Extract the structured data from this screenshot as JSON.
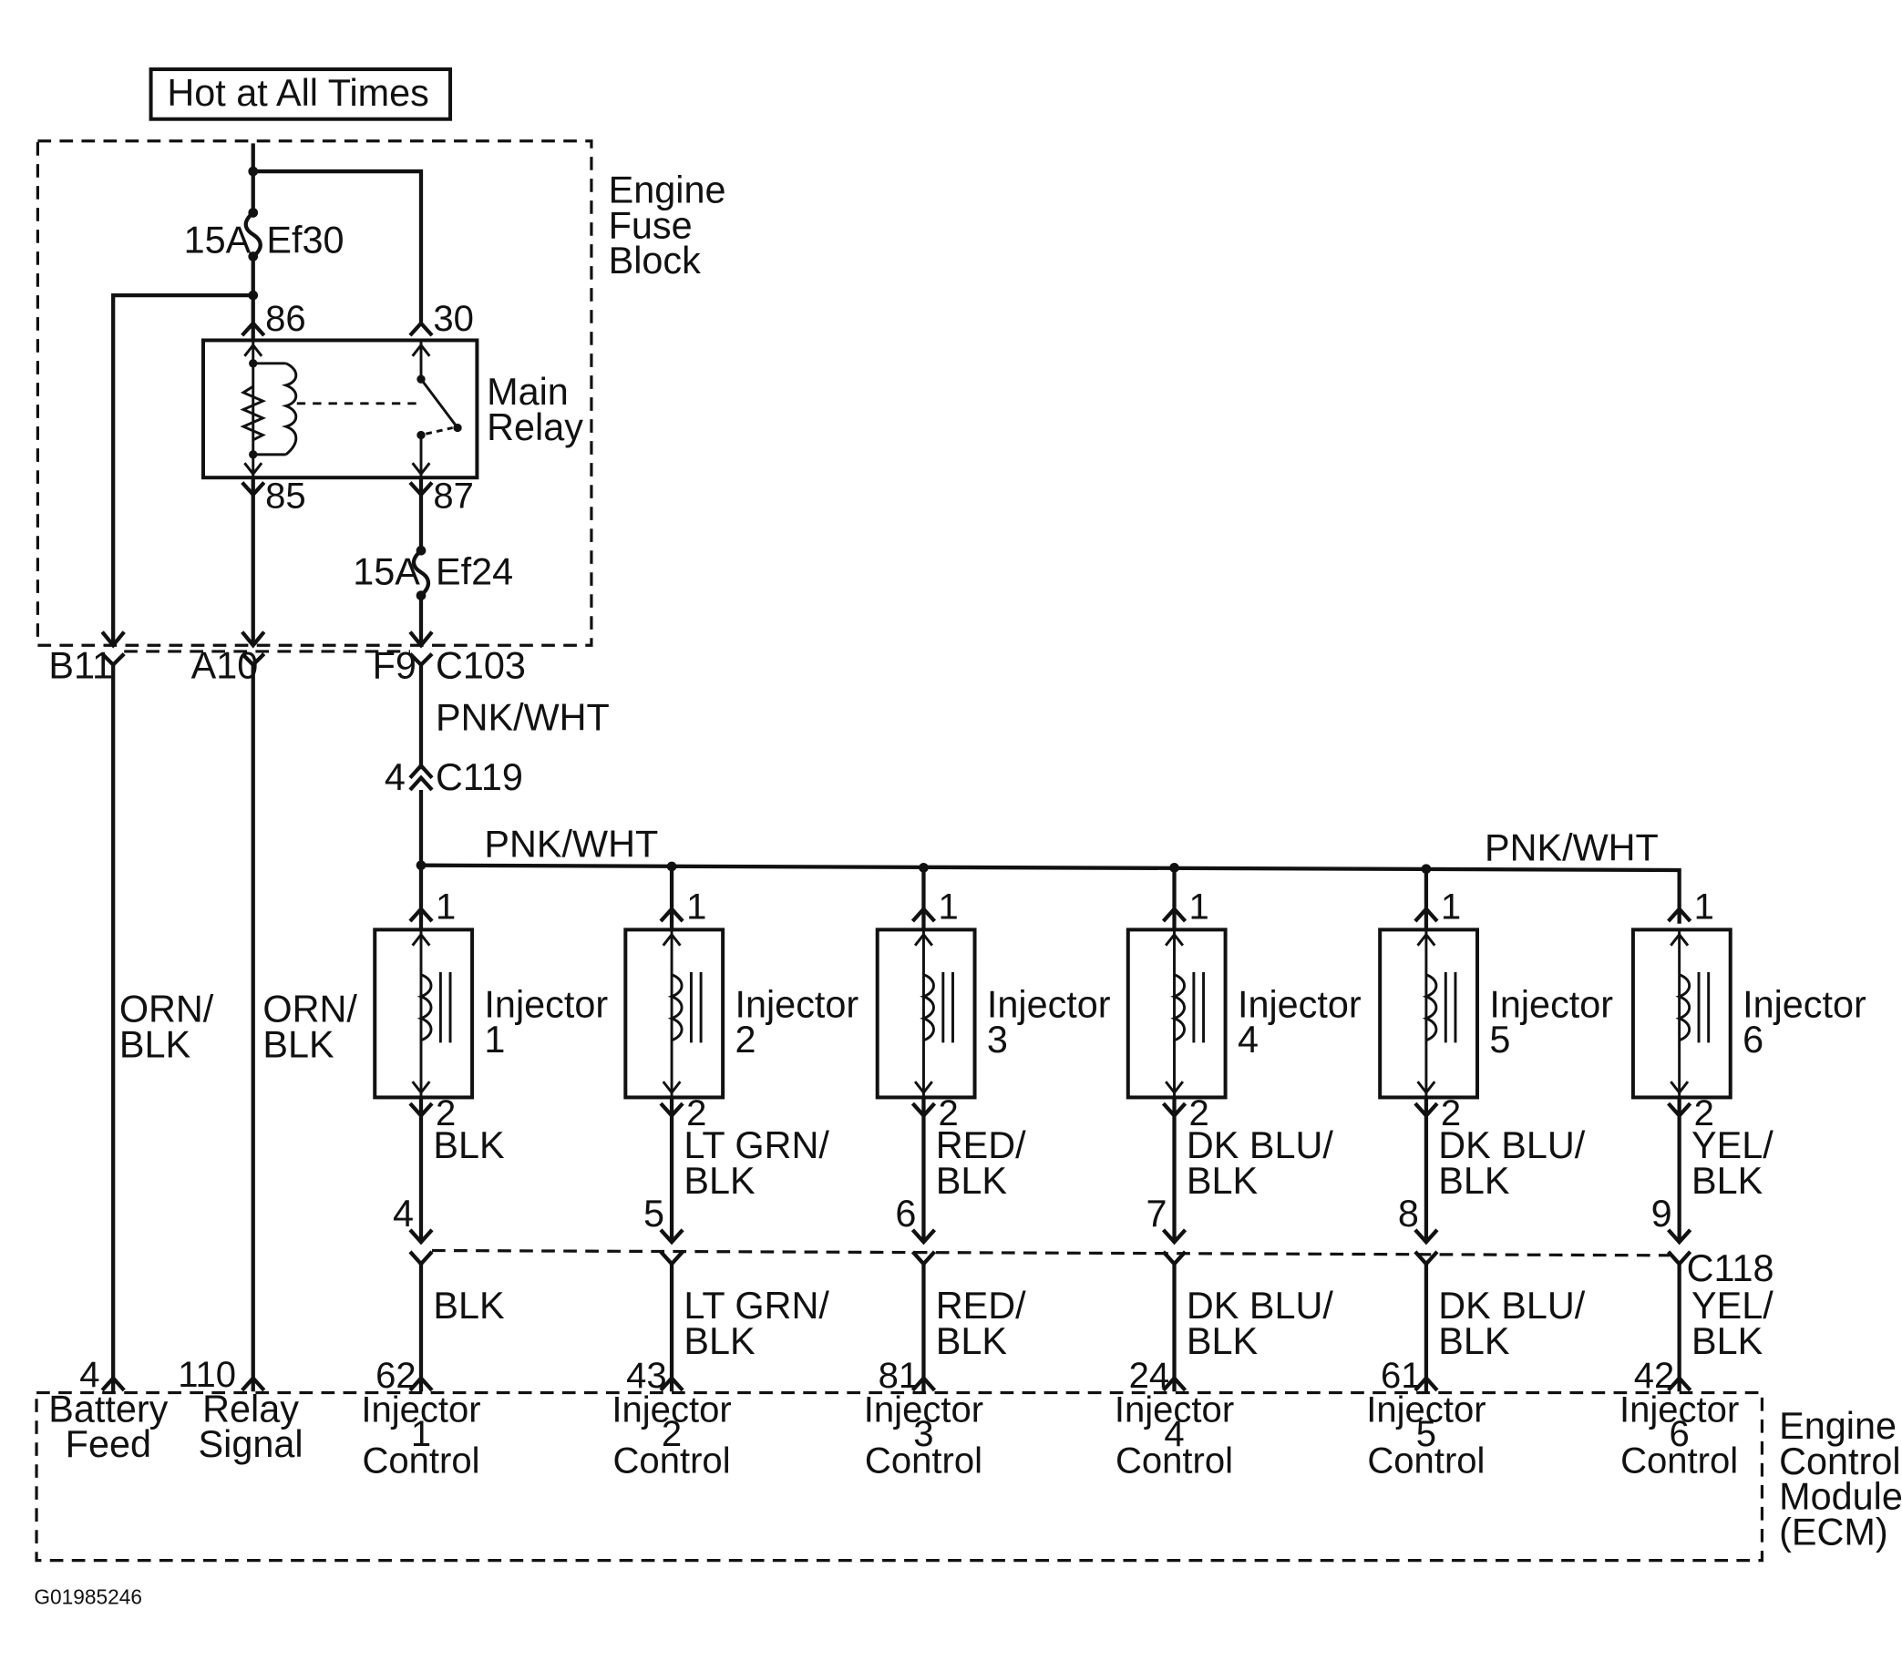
{
  "header_box": "Hot at All Times",
  "fuse_block": {
    "line1": "Engine",
    "line2": "Fuse",
    "line3": "Block"
  },
  "fuse_top": {
    "rating": "15A",
    "name": "Ef30"
  },
  "fuse_bottom": {
    "rating": "15A",
    "name": "Ef24"
  },
  "relay": {
    "line1": "Main",
    "line2": "Relay",
    "pin86": "86",
    "pin30": "30",
    "pin85": "85",
    "pin87": "87"
  },
  "connector_c103": {
    "name": "C103",
    "pin_b": "B11",
    "pin_a": "A10",
    "pin_f": "F9"
  },
  "wire_pnk_wht": "PNK/WHT",
  "connector_c119": {
    "name": "C119",
    "pin": "4"
  },
  "feed_wires": [
    {
      "line1": "ORN/",
      "line2": "BLK"
    },
    {
      "line1": "ORN/",
      "line2": "BLK"
    }
  ],
  "injectors": [
    {
      "label": "Injector",
      "num": "1",
      "pin_top": "1",
      "pin_bottom": "2",
      "wire1": "BLK",
      "wire2": "",
      "c118_pin": "4",
      "ecm_pin": "62",
      "ecm_line1": "Injector",
      "ecm_line2": "1",
      "ecm_line3": "Control"
    },
    {
      "label": "Injector",
      "num": "2",
      "pin_top": "1",
      "pin_bottom": "2",
      "wire1": "LT GRN/",
      "wire2": "BLK",
      "c118_pin": "5",
      "ecm_pin": "43",
      "ecm_line1": "Injector",
      "ecm_line2": "2",
      "ecm_line3": "Control"
    },
    {
      "label": "Injector",
      "num": "3",
      "pin_top": "1",
      "pin_bottom": "2",
      "wire1": "RED/",
      "wire2": "BLK",
      "c118_pin": "6",
      "ecm_pin": "81",
      "ecm_line1": "Injector",
      "ecm_line2": "3",
      "ecm_line3": "Control"
    },
    {
      "label": "Injector",
      "num": "4",
      "pin_top": "1",
      "pin_bottom": "2",
      "wire1": "DK BLU/",
      "wire2": "BLK",
      "c118_pin": "7",
      "ecm_pin": "24",
      "ecm_line1": "Injector",
      "ecm_line2": "4",
      "ecm_line3": "Control"
    },
    {
      "label": "Injector",
      "num": "5",
      "pin_top": "1",
      "pin_bottom": "2",
      "wire1": "DK BLU/",
      "wire2": "BLK",
      "c118_pin": "8",
      "ecm_pin": "61",
      "ecm_line1": "Injector",
      "ecm_line2": "5",
      "ecm_line3": "Control"
    },
    {
      "label": "Injector",
      "num": "6",
      "pin_top": "1",
      "pin_bottom": "2",
      "wire1": "YEL/",
      "wire2": "BLK",
      "c118_pin": "9",
      "ecm_pin": "42",
      "ecm_line1": "Injector",
      "ecm_line2": "6",
      "ecm_line3": "Control"
    }
  ],
  "connector_c118": "C118",
  "ecm": {
    "line1": "Engine",
    "line2": "Control",
    "line3": "Module",
    "line4": "(ECM)",
    "battery_pin": "4",
    "battery_line1": "Battery",
    "battery_line2": "Feed",
    "relay_pin": "110",
    "relay_line1": "Relay",
    "relay_line2": "Signal"
  },
  "figure_id": "G01985246"
}
